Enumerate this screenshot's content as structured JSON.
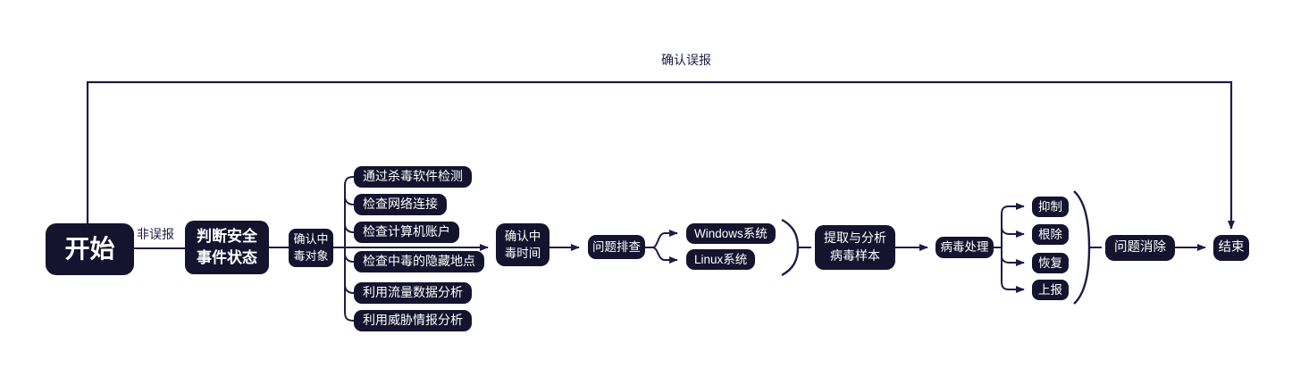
{
  "diagram_title": "virus-incident-response-flowchart",
  "colors": {
    "node_bg": "#14142f",
    "node_text": "#ffffff",
    "line": "#1c1c47",
    "background": "#ffffff"
  },
  "nodes": {
    "start": "开始",
    "judge_status": "判断安全事件状态",
    "confirm_target": "确认中毒对象",
    "confirm_time": "确认中毒时间",
    "investigate": "问题排查",
    "extract_analyze": "提取与分析病毒样本",
    "virus_handle": "病毒处理",
    "eliminate": "问题消除",
    "end": "结束"
  },
  "detection_methods": [
    "通过杀毒软件检测",
    "检查网络连接",
    "检查计算机账户",
    "检查中毒的隐藏地点",
    "利用流量数据分析",
    "利用威胁情报分析"
  ],
  "os_options": [
    "Windows系统",
    "Linux系统"
  ],
  "handling_steps": [
    "抑制",
    "根除",
    "恢复",
    "上报"
  ],
  "edge_labels": {
    "false_positive": "确认误报",
    "not_false_positive": "非误报"
  }
}
